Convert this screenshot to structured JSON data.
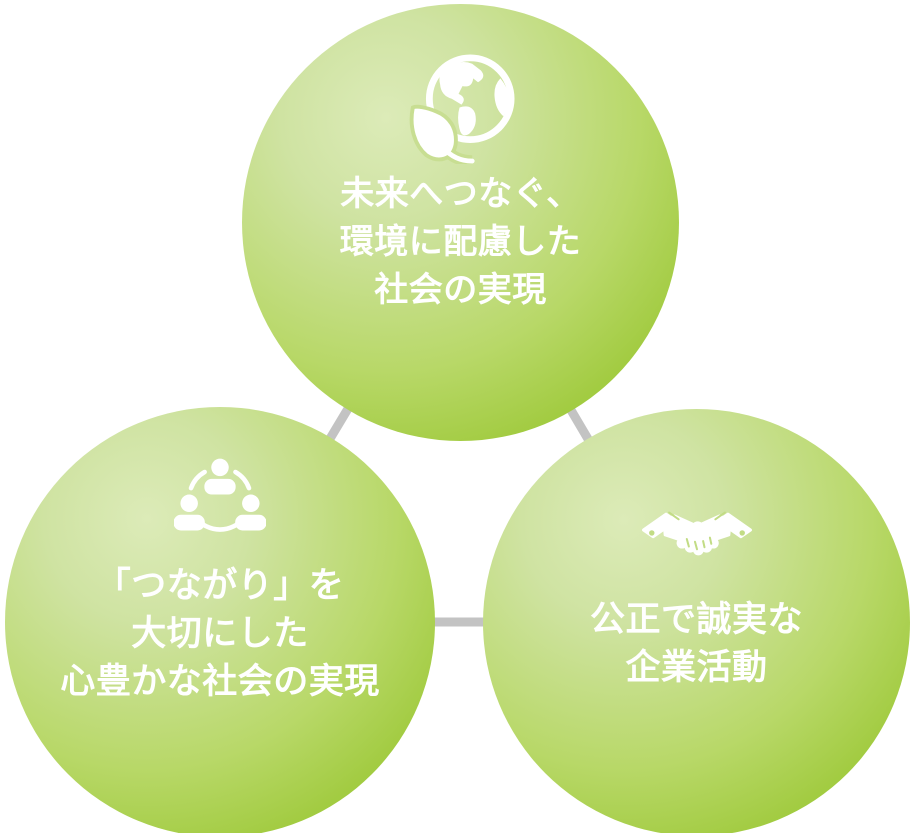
{
  "diagram": {
    "background_color": "#ffffff",
    "connector_color": "#c3c3c3",
    "text_color": "#ffffff",
    "circle_gradient": {
      "highlight": "#dcebb8",
      "mid": "#b8d868",
      "edge": "#8cc01e"
    },
    "nodes": [
      {
        "id": "environment",
        "icon": "globe-leaf-icon",
        "lines": [
          "未来へつなぐ、",
          "環境に配慮した",
          "社会の実現"
        ]
      },
      {
        "id": "connection",
        "icon": "people-network-icon",
        "lines": [
          "「つながり」を",
          "大切にした",
          "心豊かな社会の実現"
        ]
      },
      {
        "id": "integrity",
        "icon": "handshake-icon",
        "lines": [
          "公正で誠実な",
          "企業活動"
        ]
      }
    ]
  }
}
